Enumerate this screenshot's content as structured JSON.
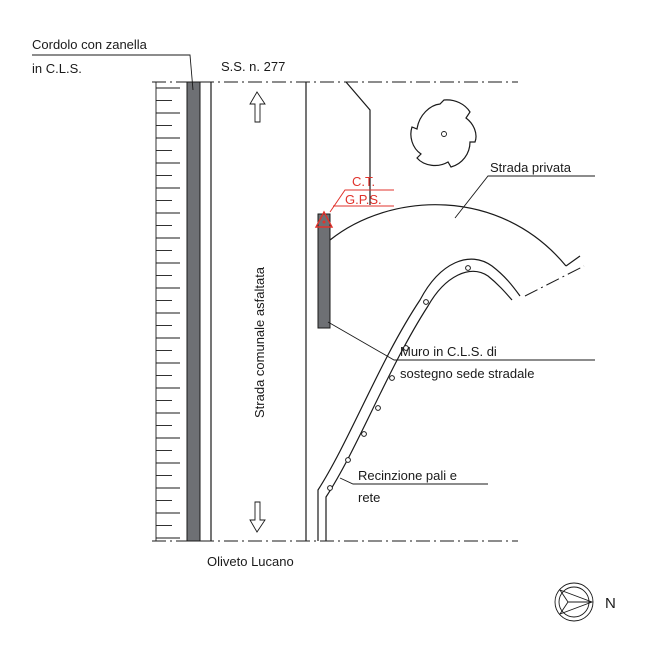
{
  "labels": {
    "cordolo_line1": "Cordolo con zanella",
    "cordolo_line2": "in C.L.S.",
    "ss277": "S.S. n. 277",
    "road_name": "Strada comunale asfaltata",
    "ct": "C.T.",
    "gps": "G.P.S.",
    "strada_privata": "Strada privata",
    "muro_line1": "Muro in C.L.S. di",
    "muro_line2": "sostegno sede stradale",
    "recinzione_line1": "Recinzione pali e",
    "recinzione_line2": "rete",
    "oliveto": "Oliveto Lucano",
    "north": "N"
  },
  "colors": {
    "line": "#1a1a1a",
    "wall_fill": "#6e7074",
    "survey_red": "#e0332c"
  },
  "icons": {
    "tree": "tree-symbol-icon",
    "north": "north-arrow-icon",
    "survey_point": "survey-triangle-icon"
  }
}
